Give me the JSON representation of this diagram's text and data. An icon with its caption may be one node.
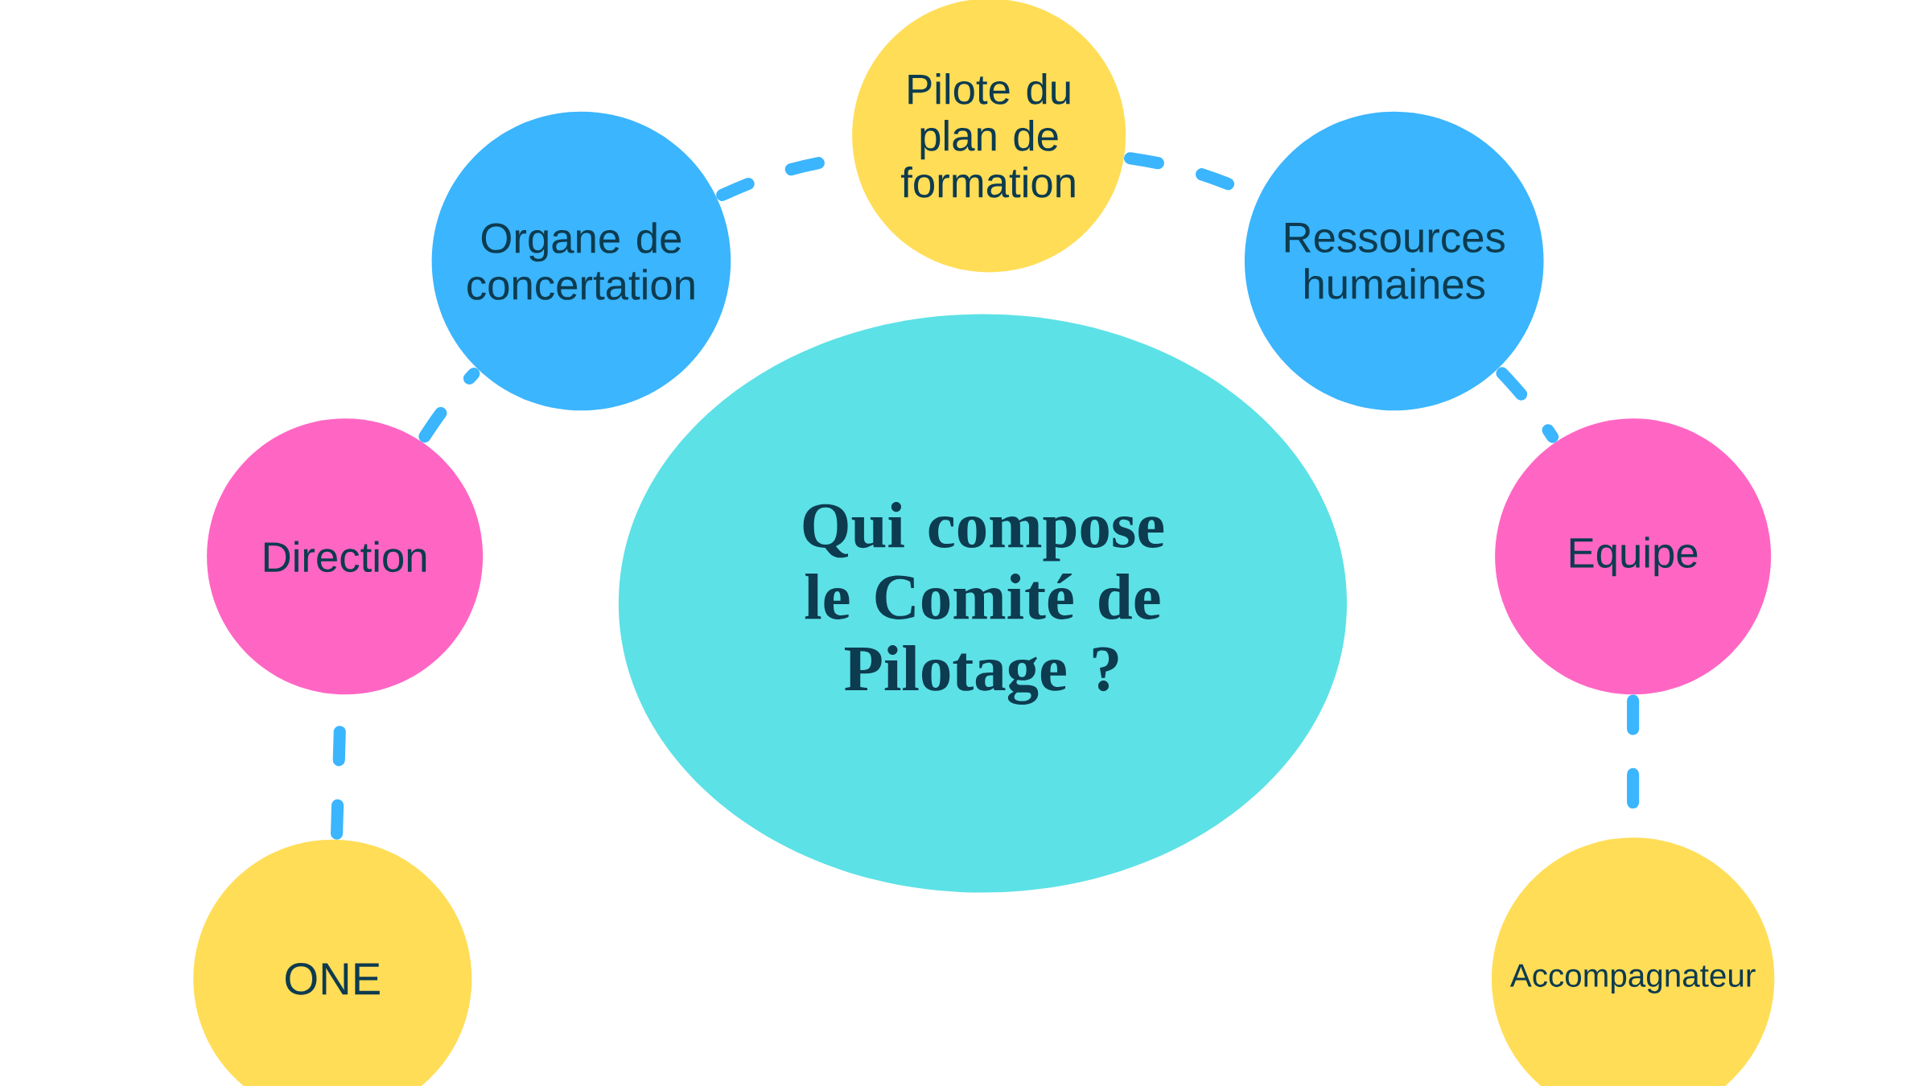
{
  "diagram": {
    "nodes": [
      {
        "text": [
          "Qui compose le Comité de Pilotage ?"
        ]
      },
      {
        "text": [
          "Pilote du plan de formation"
        ]
      },
      {
        "text": [
          "Organe de concertation"
        ]
      },
      {
        "text": [
          "Ressources humaines"
        ]
      },
      {
        "text": [
          "Direction"
        ]
      },
      {
        "text": [
          "Equipe"
        ]
      },
      {
        "text": [
          "ONE"
        ]
      },
      {
        "text": [
          "Accompagnateur"
        ]
      }
    ],
    "edges": [
      {
        "from": 2,
        "to": 1,
        "arrow": "none",
        "style": "dashed"
      },
      {
        "from": 1,
        "to": 3,
        "arrow": "none",
        "style": "dashed"
      },
      {
        "from": 4,
        "to": 2,
        "arrow": "none",
        "style": "dashed"
      },
      {
        "from": 3,
        "to": 5,
        "arrow": "none",
        "style": "dashed"
      },
      {
        "from": 6,
        "to": 4,
        "arrow": "none",
        "style": "dashed"
      },
      {
        "from": 5,
        "to": 7,
        "arrow": "none",
        "style": "dashed"
      }
    ]
  }
}
